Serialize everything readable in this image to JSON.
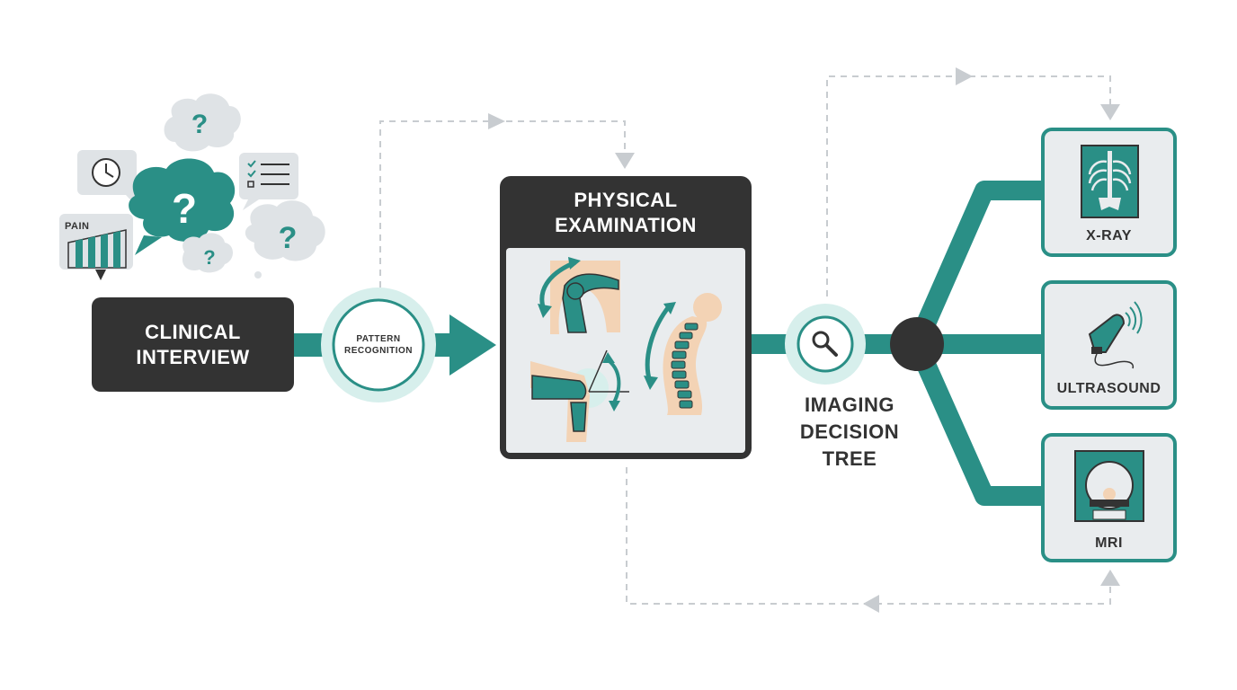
{
  "nodes": {
    "clinical_interview": "CLINICAL\nINTERVIEW",
    "pattern_recognition": "PATTERN\nRECOGNITION",
    "physical_examination": "PHYSICAL\nEXAMINATION",
    "imaging_decision_tree": "IMAGING\nDECISION\nTREE"
  },
  "imaging_options": [
    {
      "label": "X-RAY",
      "icon": "x-ray-film-icon"
    },
    {
      "label": "ULTRASOUND",
      "icon": "ultrasound-probe-icon"
    },
    {
      "label": "MRI",
      "icon": "mri-scanner-icon"
    }
  ],
  "interview_icons": {
    "pain_scale_label": "PAIN",
    "icons": [
      "clock-icon",
      "question-cloud-icon",
      "checklist-icon",
      "pain-scale-icon"
    ]
  },
  "exam_icons": [
    "shoulder-joint-icon",
    "spine-icon",
    "knee-joint-icon"
  ],
  "colors": {
    "teal": "#2a8f86",
    "teal_light": "#d7efec",
    "dark": "#333333",
    "panel": "#e9ecee",
    "dashed": "#c8ccd0"
  }
}
